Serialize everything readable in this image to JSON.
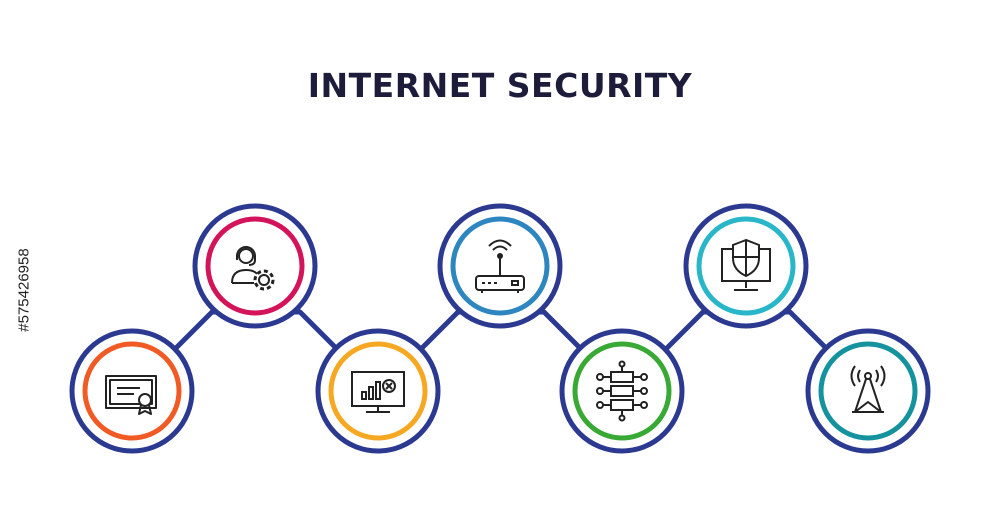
{
  "title": "INTERNET SECURITY",
  "stock_id": "#575426958",
  "colors": {
    "outer_ring": "#2b3990",
    "connector": "#2b3990",
    "icon_stroke": "#222222",
    "title": "#1d1d3b"
  },
  "nodes": [
    {
      "id": "certificate",
      "icon": "certificate-icon",
      "ring_color": "#f15a24",
      "row": "bottom"
    },
    {
      "id": "support-settings",
      "icon": "support-gear-icon",
      "ring_color": "#d4145a",
      "row": "top"
    },
    {
      "id": "monitor-chart",
      "icon": "monitor-chart-icon",
      "ring_color": "#f7a823",
      "row": "bottom"
    },
    {
      "id": "router",
      "icon": "router-icon",
      "ring_color": "#2e86c1",
      "row": "top"
    },
    {
      "id": "network-server",
      "icon": "server-network-icon",
      "ring_color": "#39a935",
      "row": "bottom"
    },
    {
      "id": "secure-monitor",
      "icon": "shield-monitor-icon",
      "ring_color": "#29b6c9",
      "row": "top"
    },
    {
      "id": "signal-tower",
      "icon": "antenna-tower-icon",
      "ring_color": "#14939e",
      "row": "bottom"
    }
  ]
}
